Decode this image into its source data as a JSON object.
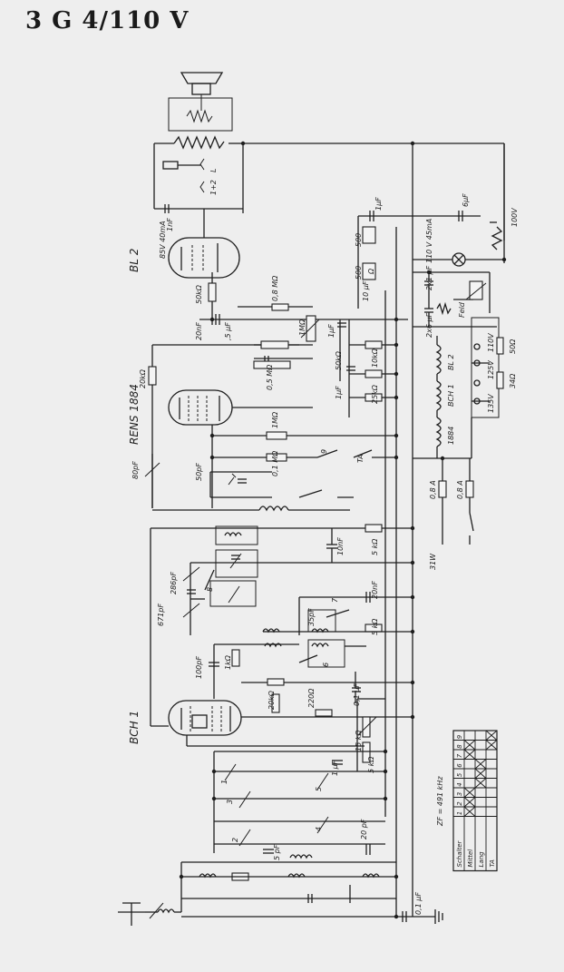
{
  "title": "3 G 4/110 V",
  "tubes": {
    "output": "BL 2",
    "detector": "RENS 1884",
    "mixer": "BCH 1"
  },
  "heater_chain": [
    "BL 2",
    "BCH 1",
    "1884"
  ],
  "labels": {
    "bl2_supply": "85V 40mA",
    "c_1nf": "1nF",
    "c_20nf_top": "20nF",
    "r_50k_top": "50kΩ",
    "r_08m": "0,8 MΩ",
    "r_1m_pot": "1MΩ",
    "c_5pf": ",5 μF",
    "c_1uf_a": "1μF",
    "c_1uf_b": "1μF",
    "r_500_a": "500",
    "r_500_b": "500",
    "omega": "Ω",
    "c_10uf": "10 μF",
    "c_6uf": "6μF",
    "r_100v": "100V",
    "lamp": "110 V 45mA",
    "c_2x1": "2x1 μF",
    "c_2x6": "2x6 μF",
    "feld": "Feld",
    "r_20k_rens": "20kΩ",
    "r_05m": "0,5 MΩ",
    "r_50k_b": "50kΩ",
    "r_10k": "10kΩ",
    "r_25k": "25kΩ",
    "c_1uf_c": "1μF",
    "r_1m_b": "1MΩ",
    "r_01m": "0,1 MΩ",
    "c_80pf": "80pF",
    "c_50pf": "50pF",
    "sw_9": "9",
    "sw_ta": "TA",
    "r_110v": "110V",
    "r_125v": "125V",
    "r_135v": "135V",
    "r_50ohm": "50Ω",
    "r_34ohm": "34Ω",
    "fuse_a": "0,8 A",
    "fuse_b": "0,8 A",
    "c_10nf": "10nF",
    "r_5k_a": "5 kΩ",
    "c_286pf": "286pF",
    "c_671pf": "671pF",
    "sw_8": "8",
    "c_35pf": "35pF",
    "sw_7": "7",
    "c_20nf_b": "20nF",
    "r_5k_b": "5 kΩ",
    "c_100pf": "100pF",
    "r_1k": "1kΩ",
    "sw_6": "6",
    "r_20k_b": "20kΩ",
    "r_220": "220Ω",
    "c_01uf": "0,1 μF",
    "r_15k": "15 kΩ",
    "r_5k_c": "5 kΩ",
    "c_1uf_d": "1 μF",
    "c_50pf_b": "5 pF",
    "c_20pf": "20 pF",
    "sw_1": "1",
    "sw_2": "2",
    "sw_3": "3",
    "sw_4": "4",
    "sw_5": "5",
    "c_01_bottom": "0,1 μF",
    "power_label": "31W",
    "zf": "ZF = 491 kHz"
  },
  "switch_table": {
    "header": [
      "Schalter",
      "1",
      "2",
      "3",
      "4",
      "5",
      "6",
      "7",
      "8",
      "9"
    ],
    "rows": [
      {
        "name": "Mittel",
        "marks": [
          1,
          1,
          1,
          0,
          0,
          0,
          1,
          1,
          0
        ]
      },
      {
        "name": "Lang",
        "marks": [
          0,
          0,
          0,
          1,
          1,
          1,
          0,
          0,
          0
        ]
      },
      {
        "name": "TA",
        "marks": [
          0,
          0,
          0,
          0,
          0,
          0,
          0,
          1,
          1
        ]
      }
    ]
  }
}
